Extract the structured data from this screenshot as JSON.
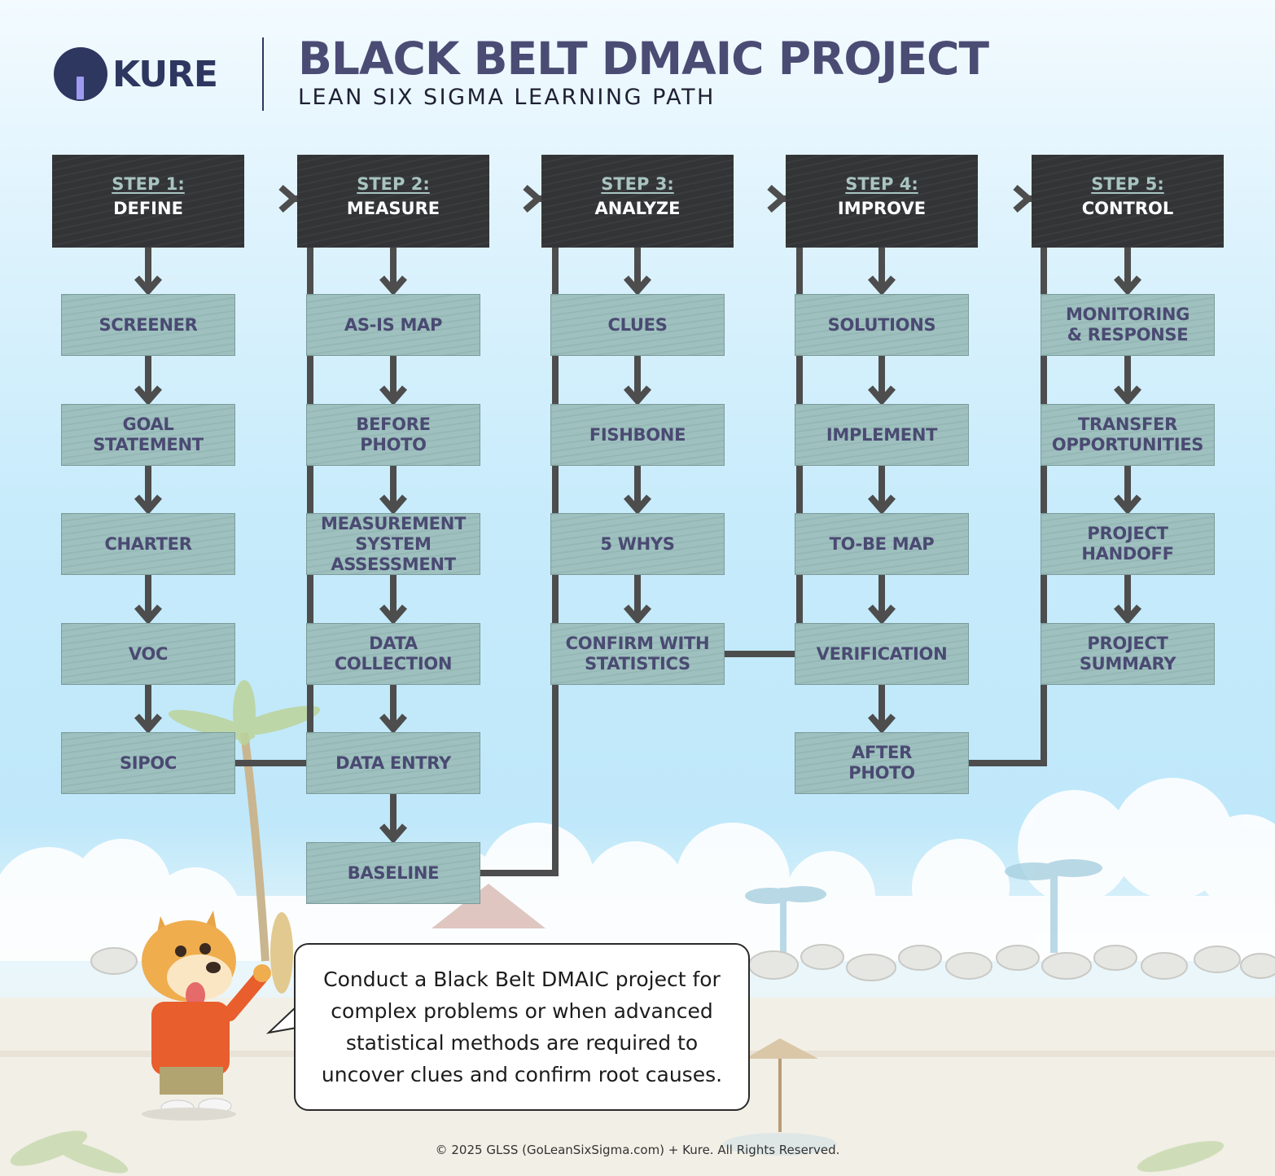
{
  "header": {
    "brand": "KURE",
    "title": "BLACK BELT DMAIC PROJECT",
    "subtitle": "LEAN SIX SIGMA LEARNING PATH"
  },
  "steps": [
    {
      "num": "STEP 1:",
      "name": "DEFINE",
      "items": [
        "SCREENER",
        "GOAL\nSTATEMENT",
        "CHARTER",
        "VOC",
        "SIPOC"
      ]
    },
    {
      "num": "STEP 2:",
      "name": "MEASURE",
      "items": [
        "AS-IS MAP",
        "BEFORE\nPHOTO",
        "MEASUREMENT\nSYSTEM\nASSESSMENT",
        "DATA\nCOLLECTION",
        "DATA ENTRY",
        "BASELINE"
      ]
    },
    {
      "num": "STEP 3:",
      "name": "ANALYZE",
      "items": [
        "CLUES",
        "FISHBONE",
        "5 WHYS",
        "CONFIRM WITH\nSTATISTICS"
      ]
    },
    {
      "num": "STEP 4:",
      "name": "IMPROVE",
      "items": [
        "SOLUTIONS",
        "IMPLEMENT",
        "TO-BE MAP",
        "VERIFICATION",
        "AFTER\nPHOTO"
      ]
    },
    {
      "num": "STEP 5:",
      "name": "CONTROL",
      "items": [
        "MONITORING\n& RESPONSE",
        "TRANSFER\nOPPORTUNITIES",
        "PROJECT\nHANDOFF",
        "PROJECT\nSUMMARY"
      ]
    }
  ],
  "callout": "Conduct a Black Belt DMAIC project for complex problems or when advanced statistical methods are required to uncover clues and confirm root causes.",
  "footer": "© 2025 GLSS (GoLeanSixSigma.com) + Kure. All Rights Reserved.",
  "colors": {
    "title": "#4b4c74",
    "step_header_bg": "#333436",
    "step_number": "#a8c4c1",
    "box_fill": "#9ec0bf",
    "box_text": "#4a4a72",
    "arrow": "#4d4d4d"
  }
}
